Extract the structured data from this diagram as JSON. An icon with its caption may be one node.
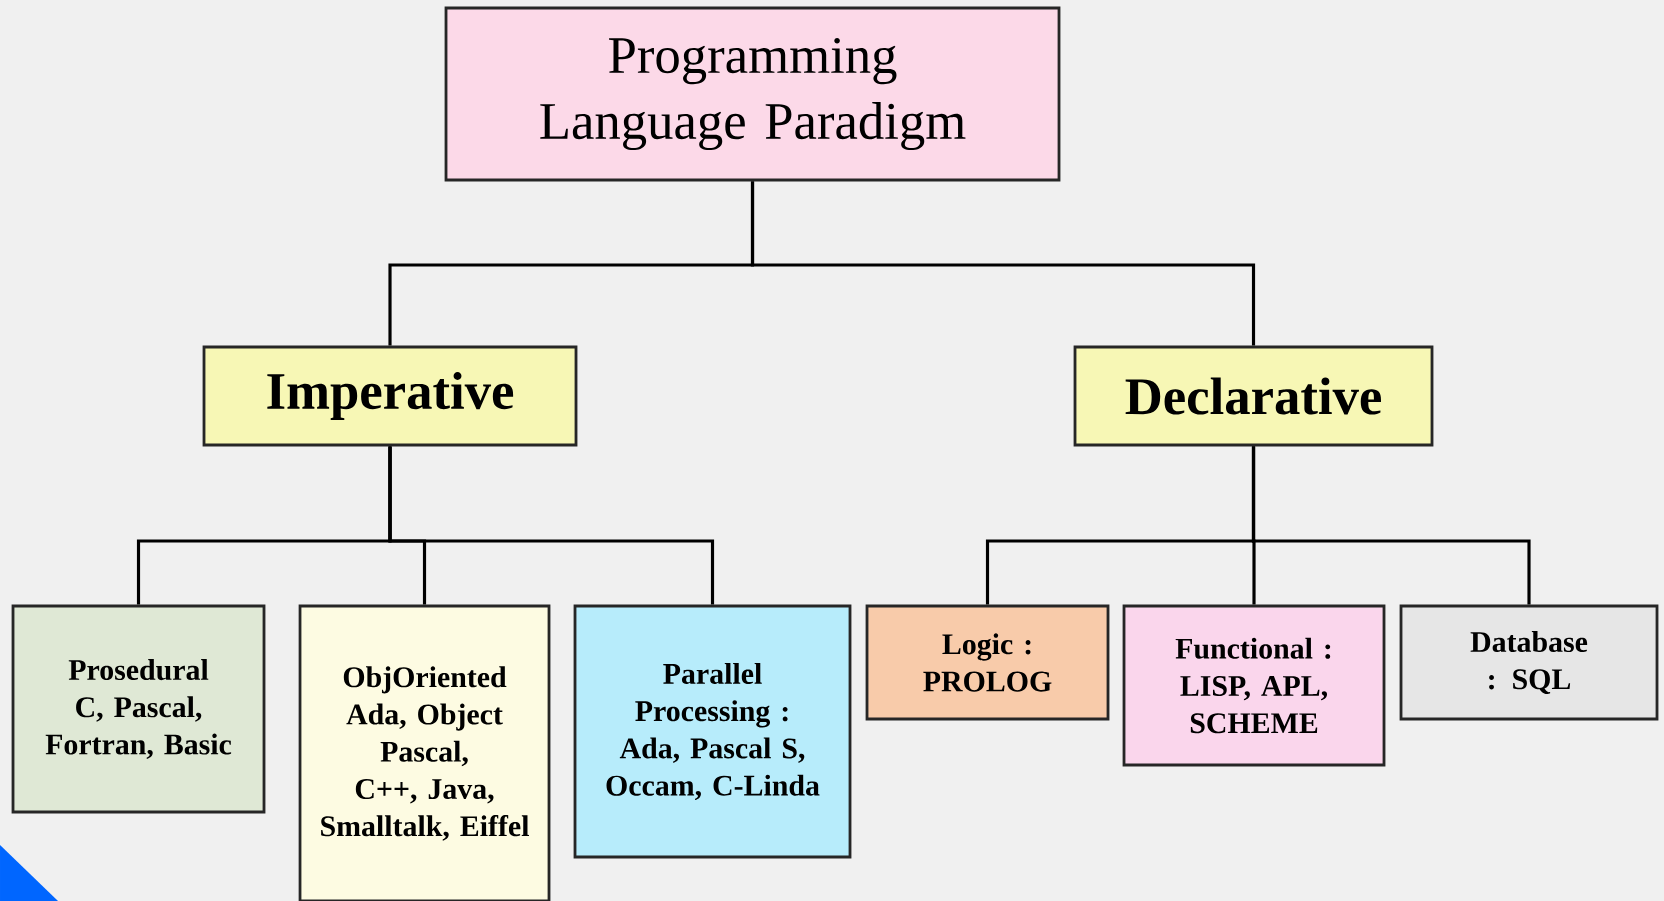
{
  "diagram": {
    "nodes": [
      {
        "text": [
          "Programming Language Paradigm"
        ]
      },
      {
        "text": [
          "Imperative"
        ]
      },
      {
        "text": [
          "Declarative"
        ]
      },
      {
        "text": [
          "Prosedural C, Pascal, Fortran, Basic"
        ]
      },
      {
        "text": [
          "ObjOriented Ada, Object Pascal, C++, Java, Smalltalk, Eiffel"
        ]
      },
      {
        "text": [
          "Parallel Processing : Ada, Pascal S, Occam, C-Linda"
        ]
      },
      {
        "text": [
          "Logic : PROLOG"
        ]
      },
      {
        "text": [
          "Functional : LISP, APL, SCHEME"
        ]
      },
      {
        "text": [
          "Database : SQL"
        ]
      }
    ],
    "edges": [
      {
        "from": 0,
        "to": 1,
        "arrow": "none"
      },
      {
        "from": 0,
        "to": 2,
        "arrow": "none"
      },
      {
        "from": 1,
        "to": 3,
        "arrow": "none"
      },
      {
        "from": 1,
        "to": 4,
        "arrow": "none"
      },
      {
        "from": 1,
        "to": 5,
        "arrow": "none"
      },
      {
        "from": 2,
        "to": 6,
        "arrow": "none"
      },
      {
        "from": 2,
        "to": 7,
        "arrow": "none"
      },
      {
        "from": 2,
        "to": 8,
        "arrow": "none"
      }
    ]
  }
}
